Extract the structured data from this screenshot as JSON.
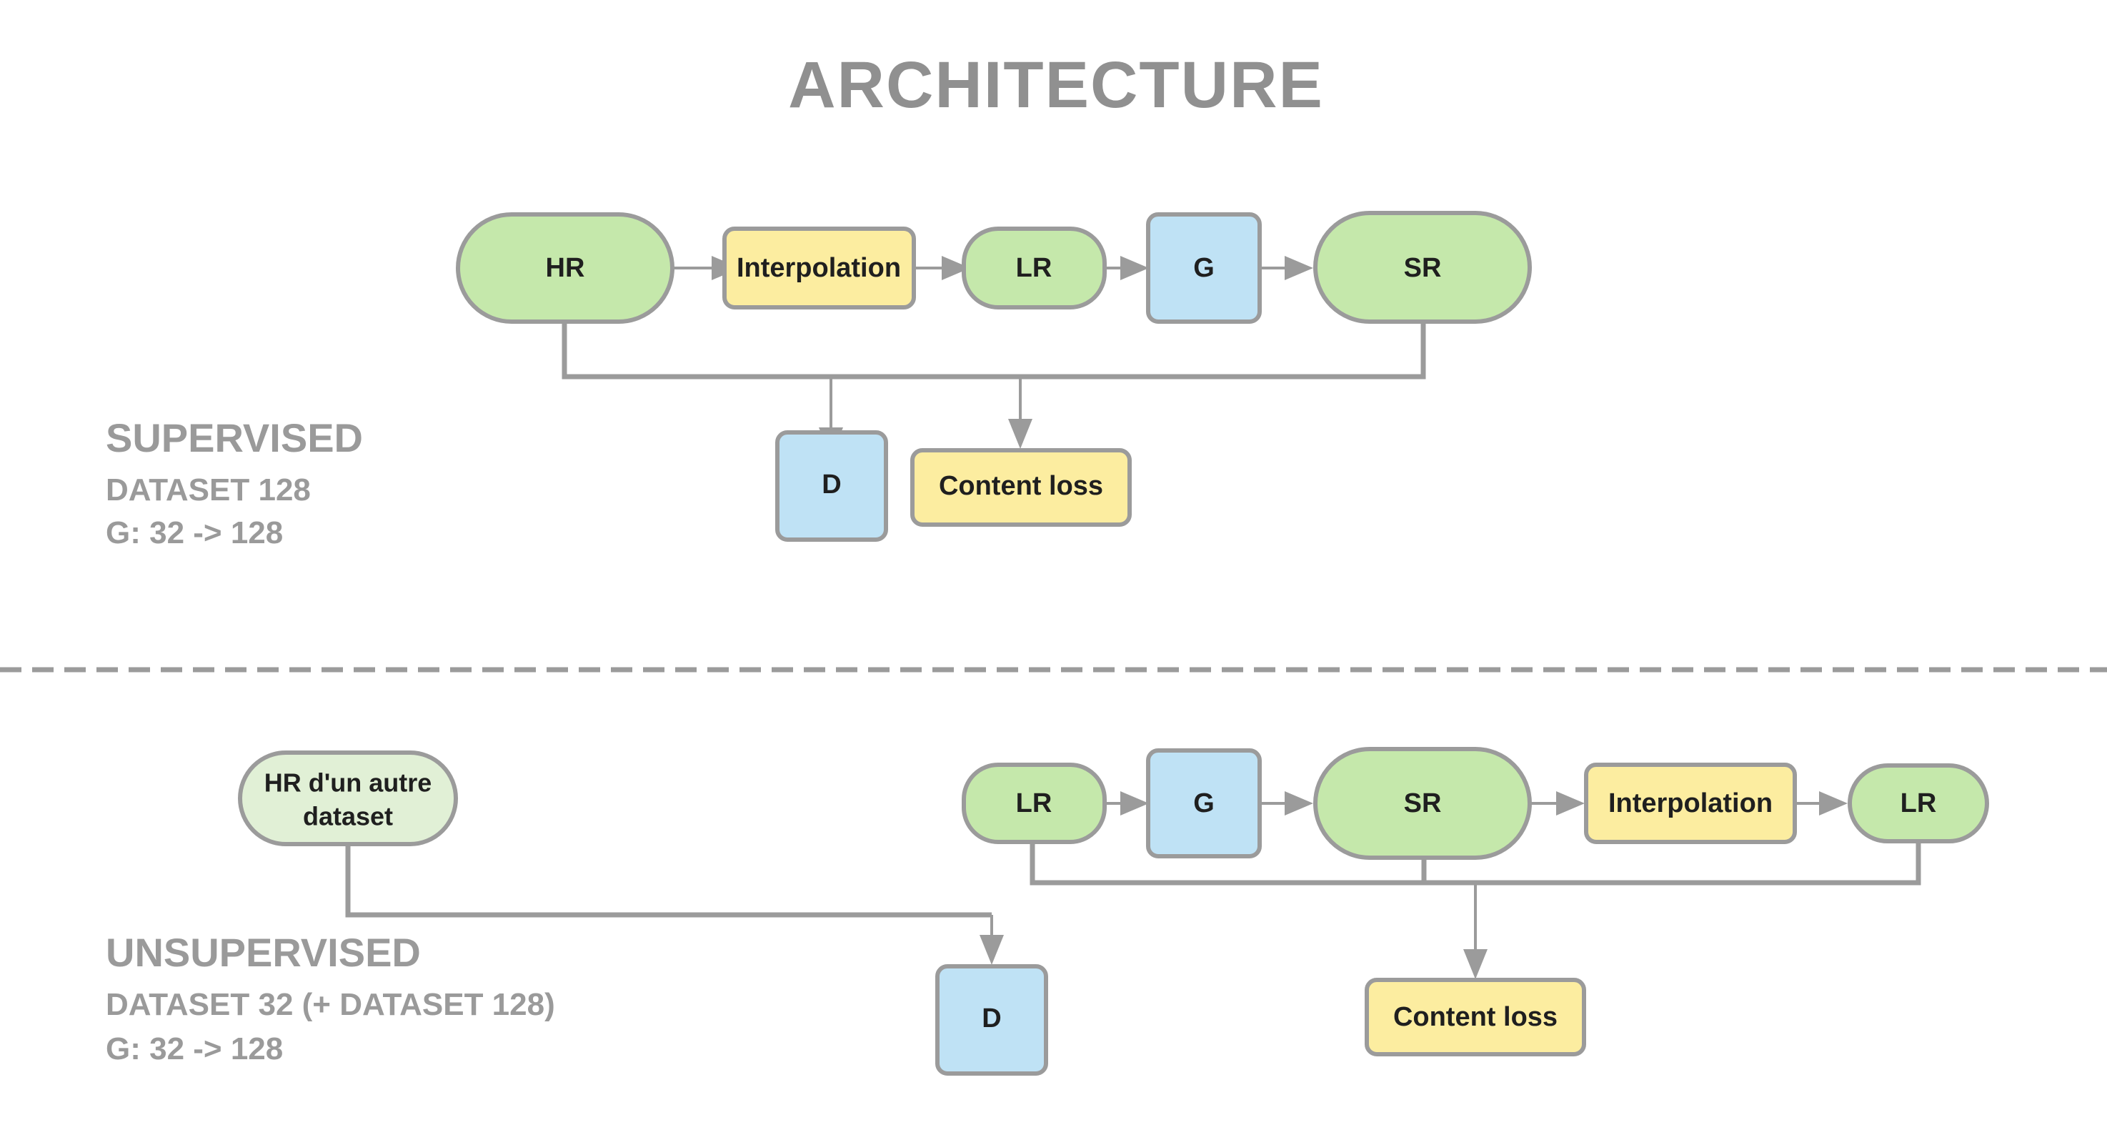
{
  "page": {
    "title": "ARCHITECTURE",
    "background": "#ffffff"
  },
  "colors": {
    "green": "#c5e8ab",
    "green_light": "#e1f0d6",
    "yellow": "#fceda0",
    "blue": "#bfe2f5",
    "stroke": "#9b9b9b",
    "text_dark": "#1f1f1f",
    "text_gray": "#9a9a9a",
    "title_gray": "#909090"
  },
  "sections": [
    {
      "id": "supervised",
      "heading": "SUPERVISED",
      "sub1": "DATASET 128",
      "sub2": "G: 32 -> 128",
      "nodes": [
        {
          "id": "sup-hr",
          "label": "HR",
          "shape": "stadium",
          "color": "green"
        },
        {
          "id": "sup-interp",
          "label": "Interpolation",
          "shape": "rect",
          "color": "yellow"
        },
        {
          "id": "sup-lr",
          "label": "LR",
          "shape": "stadium",
          "color": "green"
        },
        {
          "id": "sup-g",
          "label": "G",
          "shape": "rect",
          "color": "blue"
        },
        {
          "id": "sup-sr",
          "label": "SR",
          "shape": "stadium",
          "color": "green"
        },
        {
          "id": "sup-d",
          "label": "D",
          "shape": "rect",
          "color": "blue"
        },
        {
          "id": "sup-content",
          "label": "Content loss",
          "shape": "rect",
          "color": "yellow"
        }
      ],
      "edges": [
        {
          "from": "sup-hr",
          "to": "sup-interp",
          "kind": "arrow"
        },
        {
          "from": "sup-interp",
          "to": "sup-lr",
          "kind": "arrow"
        },
        {
          "from": "sup-lr",
          "to": "sup-g",
          "kind": "arrow"
        },
        {
          "from": "sup-g",
          "to": "sup-sr",
          "kind": "arrow"
        },
        {
          "from": "sup-hr",
          "to": "sup-d",
          "kind": "elbow"
        },
        {
          "from": "sup-sr",
          "to": "sup-content",
          "kind": "elbow"
        }
      ]
    },
    {
      "id": "unsupervised",
      "heading": "UNSUPERVISED",
      "sub1": "DATASET 32  (+ DATASET 128)",
      "sub2": "G: 32 -> 128",
      "nodes": [
        {
          "id": "uns-hr-other",
          "label": "HR d'un autre dataset",
          "shape": "stadium",
          "color": "green_light"
        },
        {
          "id": "uns-lr",
          "label": "LR",
          "shape": "stadium",
          "color": "green"
        },
        {
          "id": "uns-g",
          "label": "G",
          "shape": "rect",
          "color": "blue"
        },
        {
          "id": "uns-sr",
          "label": "SR",
          "shape": "stadium",
          "color": "green"
        },
        {
          "id": "uns-interp",
          "label": "Interpolation",
          "shape": "rect",
          "color": "yellow"
        },
        {
          "id": "uns-lr2",
          "label": "LR",
          "shape": "stadium",
          "color": "green"
        },
        {
          "id": "uns-d",
          "label": "D",
          "shape": "rect",
          "color": "blue"
        },
        {
          "id": "uns-content",
          "label": "Content loss",
          "shape": "rect",
          "color": "yellow"
        }
      ],
      "edges": [
        {
          "from": "uns-lr",
          "to": "uns-g",
          "kind": "arrow"
        },
        {
          "from": "uns-g",
          "to": "uns-sr",
          "kind": "arrow"
        },
        {
          "from": "uns-sr",
          "to": "uns-interp",
          "kind": "arrow"
        },
        {
          "from": "uns-interp",
          "to": "uns-lr2",
          "kind": "arrow"
        },
        {
          "from": "uns-hr-other",
          "to": "uns-d",
          "kind": "elbow"
        },
        {
          "from": "uns-lr2",
          "to": "uns-d",
          "kind": "elbow"
        },
        {
          "from": "uns-sr",
          "to": "uns-content",
          "kind": "elbow"
        }
      ]
    }
  ],
  "labels": {
    "hr": "HR",
    "interpolation": "Interpolation",
    "lr": "LR",
    "g": "G",
    "sr": "SR",
    "d": "D",
    "content_loss": "Content loss",
    "hr_other_line1": "HR d'un autre",
    "hr_other_line2": "dataset",
    "unsup_lr": "LR",
    "unsup_g": "G",
    "unsup_sr": "SR",
    "unsup_interpolation": "Interpolation",
    "unsup_lr2": "LR",
    "unsup_d": "D",
    "unsup_content_loss": "Content loss"
  }
}
